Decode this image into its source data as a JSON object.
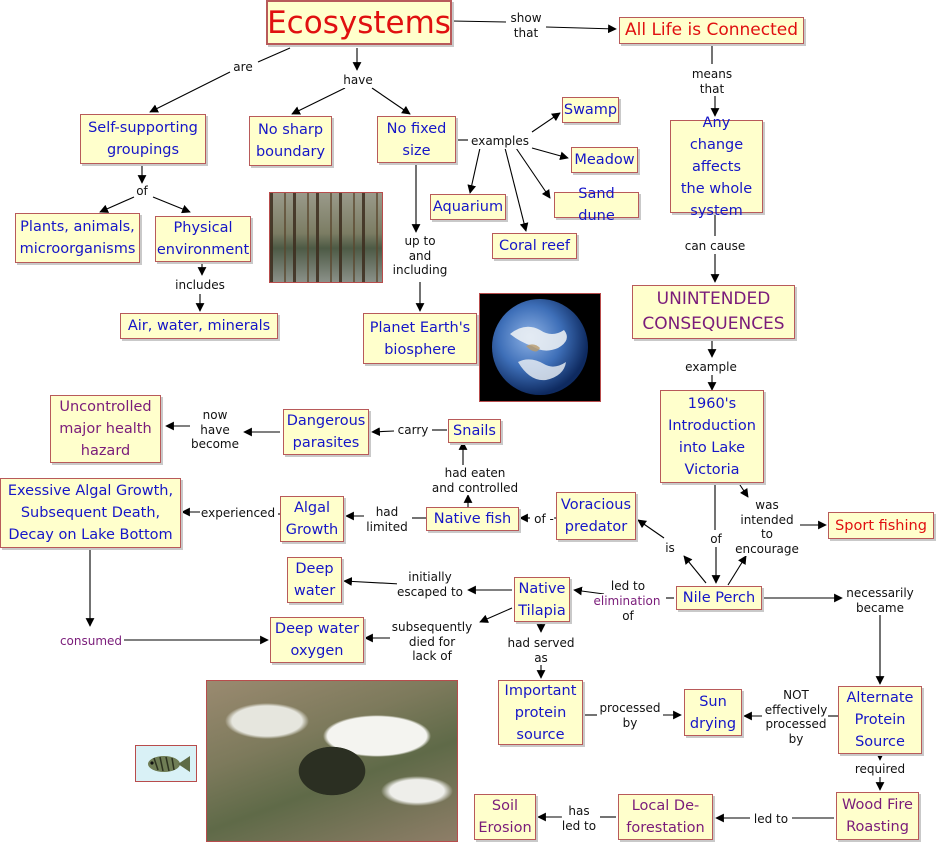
{
  "nodes": {
    "ecosystems": "Ecosystems",
    "all_life": "All Life is Connected",
    "self_supporting": "Self-supporting\ngroupings",
    "no_sharp": "No sharp\nboundary",
    "no_fixed": "No fixed\nsize",
    "swamp": "Swamp",
    "meadow": "Meadow",
    "aquarium": "Aquarium",
    "sand_dune": "Sand dune",
    "coral_reef": "Coral reef",
    "any_change": "Any change\naffects\nthe whole\nsystem",
    "plants": "Plants, animals,\nmicroorganisms",
    "physical_env": "Physical\nenvironment",
    "air_water": "Air, water, minerals",
    "planet_earth": "Planet Earth's\nbiosphere",
    "unintended": "UNINTENDED\nCONSEQUENCES",
    "uncontrolled": "Uncontrolled\nmajor health\nhazard",
    "dangerous": "Dangerous\nparasites",
    "snails": "Snails",
    "introduction": "1960's\nIntroduction\ninto Lake\nVictoria",
    "excessive": "Exessive Algal Growth,\nSubsequent Death,\nDecay on Lake Bottom",
    "algal_growth": "Algal\nGrowth",
    "native_fish": "Native fish",
    "voracious": "Voracious\npredator",
    "sport_fishing": "Sport fishing",
    "deep_water": "Deep\nwater",
    "native_tilapia": "Native\nTilapia",
    "nile_perch": "Nile Perch",
    "deep_oxygen": "Deep water\noxygen",
    "protein": "Important\nprotein\nsource",
    "sun_drying": "Sun\ndrying",
    "alternate": "Alternate\nProtein\nSource",
    "soil_erosion": "Soil\nErosion",
    "local_def": "Local De-\nforestation",
    "wood_fire": "Wood Fire\nRoasting"
  },
  "labels": {
    "show_that": "show\nthat",
    "are": "are",
    "have": "have",
    "means_that": "means\nthat",
    "examples": "examples",
    "of1": "of",
    "includes": "includes",
    "up_to": "up to\nand\nincluding",
    "can_cause": "can cause",
    "example": "example",
    "now_have_become": "now\nhave\nbecome",
    "carry": "carry",
    "had_eaten": "had eaten\nand controlled",
    "experienced": "experienced",
    "had_limited": "had\nlimited",
    "of_dash": "of -",
    "was_intended": "was\nintended\nto\nencourage",
    "is": "is",
    "of2": "of",
    "initially": "initially\nescaped to",
    "led_to_a": "led to",
    "elimination": "elimination",
    "of3": "of",
    "necessarily": "necessarily\nbecame",
    "consumed": "consumed",
    "subsequently": "subsequently\ndied for\nlack of",
    "had_served": "had served\nas",
    "processed_by": "processed\nby",
    "not_effectively": "NOT\neffectively\nprocessed\nby",
    "required": "required",
    "has_led_to": "has\nled to",
    "led_to_b": "led to"
  },
  "colors": {
    "node_fill": "#ffffcc",
    "node_border": "#b85a5a",
    "node_text": "#1616c8",
    "accent_red": "#e01010",
    "accent_purple": "#7a1c7a"
  },
  "images": [
    "swamp-photo",
    "earth-photo",
    "lake-victoria-satellite-photo",
    "fish-photo"
  ]
}
